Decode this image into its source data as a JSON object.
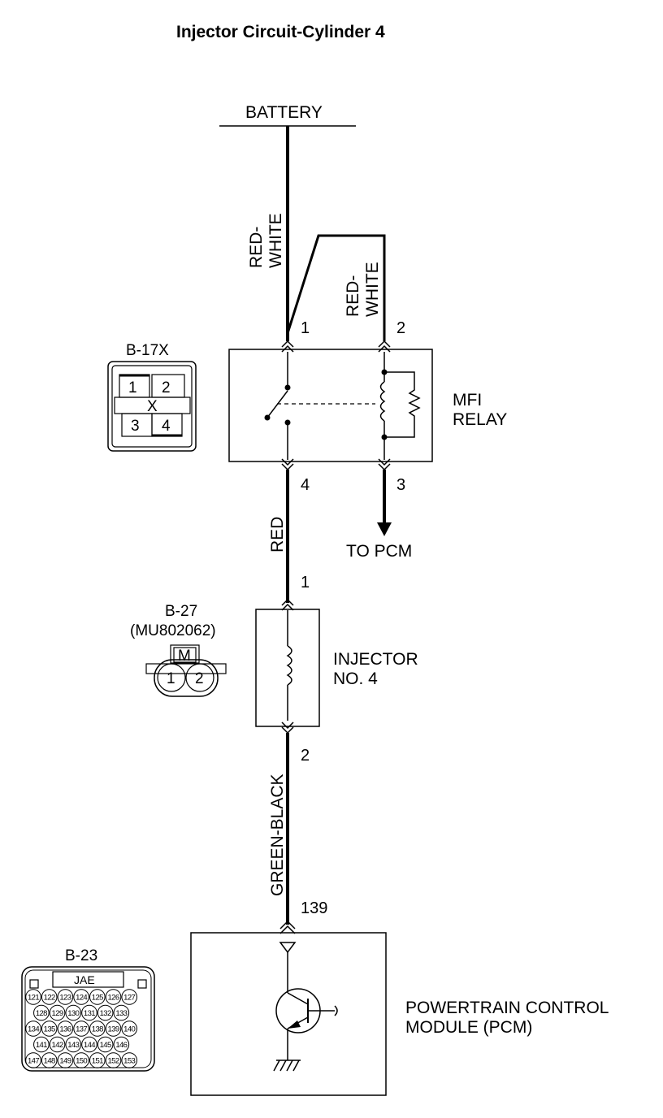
{
  "title": "Injector Circuit-Cylinder 4",
  "battery": {
    "label": "BATTERY"
  },
  "wires": {
    "battery_to_relay_pin1": {
      "color_label": [
        "RED-",
        "WHITE"
      ]
    },
    "battery_to_relay_pin2": {
      "color_label": [
        "RED-",
        "WHITE"
      ]
    },
    "relay_to_injector": {
      "color_label": "RED"
    },
    "injector_to_pcm": {
      "color_label": "GREEN-BLACK"
    }
  },
  "mfi_relay": {
    "label": [
      "MFI",
      "RELAY"
    ],
    "pins": {
      "p1": "1",
      "p2": "2",
      "p3": "3",
      "p4": "4"
    },
    "output_label": "TO PCM"
  },
  "connector_b17x": {
    "name": "B-17X",
    "cells": [
      "1",
      "2",
      "3",
      "4"
    ],
    "center_mark": "X"
  },
  "injector": {
    "label": [
      "INJECTOR",
      "NO. 4"
    ],
    "pins": {
      "p1": "1",
      "p2": "2"
    }
  },
  "connector_b27": {
    "name": "B-27",
    "part_number": "(MU802062)",
    "key_mark": "M",
    "pins": [
      "1",
      "2"
    ]
  },
  "pcm": {
    "label": [
      "POWERTRAIN CONTROL",
      "MODULE (PCM)"
    ],
    "pin": "139"
  },
  "connector_b23": {
    "name": "B-23",
    "maker": "JAE",
    "rows": [
      [
        "121",
        "122",
        "123",
        "124",
        "125",
        "126",
        "127"
      ],
      [
        "128",
        "129",
        "130",
        "131",
        "132",
        "133"
      ],
      [
        "134",
        "135",
        "136",
        "137",
        "138",
        "139",
        "140"
      ],
      [
        "141",
        "142",
        "143",
        "144",
        "145",
        "146"
      ],
      [
        "147",
        "148",
        "149",
        "150",
        "151",
        "152",
        "153"
      ]
    ]
  }
}
